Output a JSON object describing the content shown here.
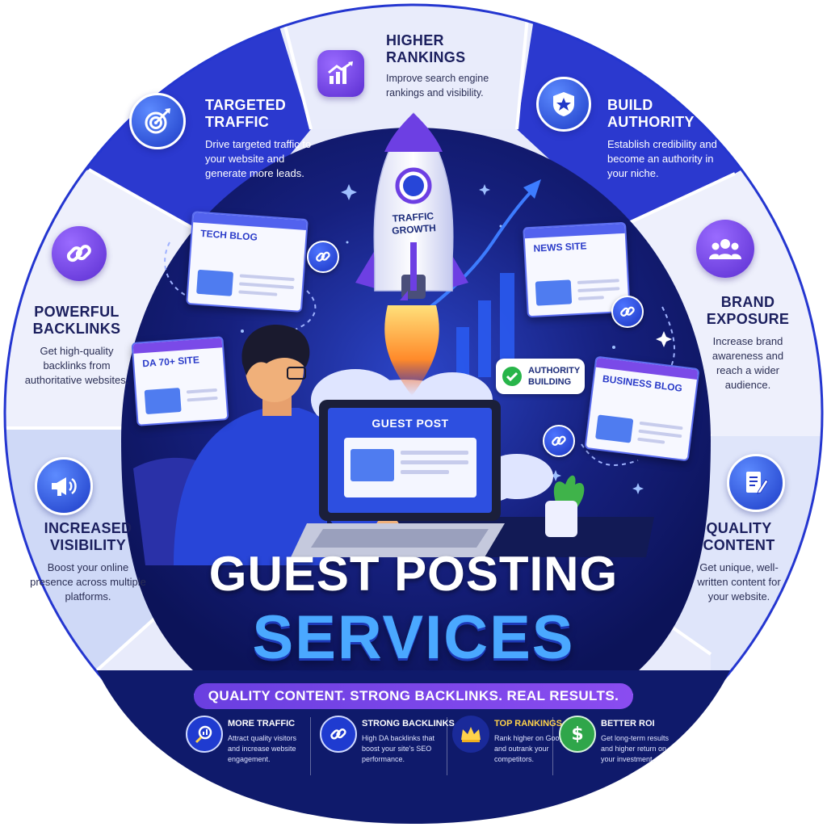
{
  "segments": {
    "higher_rankings": {
      "title": "HIGHER\nRANKINGS",
      "text": "Improve search engine rankings and visibility.",
      "icon": "bar-chart-up-icon"
    },
    "build_authority": {
      "title": "BUILD\nAUTHORITY",
      "text": "Establish credibility and become an authority in your niche.",
      "icon": "shield-star-icon"
    },
    "brand_exposure": {
      "title": "BRAND\nEXPOSURE",
      "text": "Increase brand awareness and reach a wider audience.",
      "icon": "people-group-icon"
    },
    "quality_content": {
      "title": "QUALITY\nCONTENT",
      "text": "Get unique, well-written content for your website.",
      "icon": "document-pen-icon"
    },
    "increased_visibility": {
      "title": "INCREASED\nVISIBILITY",
      "text": "Boost your online presence across multiple platforms.",
      "icon": "megaphone-icon"
    },
    "powerful_backlinks": {
      "title": "POWERFUL\nBACKLINKS",
      "text": "Get high-quality backlinks from authoritative websites.",
      "icon": "chain-link-icon"
    },
    "targeted_traffic": {
      "title": "TARGETED\nTRAFFIC",
      "text": "Drive targeted traffic to your website and generate more leads.",
      "icon": "target-arrow-icon"
    }
  },
  "cards": {
    "tech_blog": "TECH BLOG",
    "news_site": "NEWS SITE",
    "da_site": "DA 70+ SITE",
    "business_blog": "BUSINESS BLOG",
    "guest_post": "GUEST POST"
  },
  "rocket_label": "TRAFFIC\nGROWTH",
  "authority_bubble": "AUTHORITY\nBUILDING",
  "title_line1": "GUEST POSTING",
  "title_line2": "SERVICES",
  "tagline": "QUALITY CONTENT. STRONG BACKLINKS. REAL RESULTS.",
  "bottom": [
    {
      "title": "MORE TRAFFIC",
      "text": "Attract quality visitors and increase website engagement.",
      "icon": "magnifier-chart-icon"
    },
    {
      "title": "STRONG BACKLINKS",
      "text": "High DA backlinks that boost your site's SEO performance.",
      "icon": "chain-link-icon"
    },
    {
      "title": "TOP RANKINGS",
      "text": "Rank higher on Google and outrank your competitors.",
      "icon": "crown-icon"
    },
    {
      "title": "BETTER ROI",
      "text": "Get long-term results and higher return on your investment.",
      "icon": "dollar-icon"
    }
  ],
  "colors": {
    "navy": "#0f1a6b",
    "royal": "#2436d0",
    "lavender": "#e6e9fb",
    "periwinkle": "#c9d3f6",
    "services_blue": "#4aa8ff",
    "tagline_purple": "#7a45e8"
  }
}
